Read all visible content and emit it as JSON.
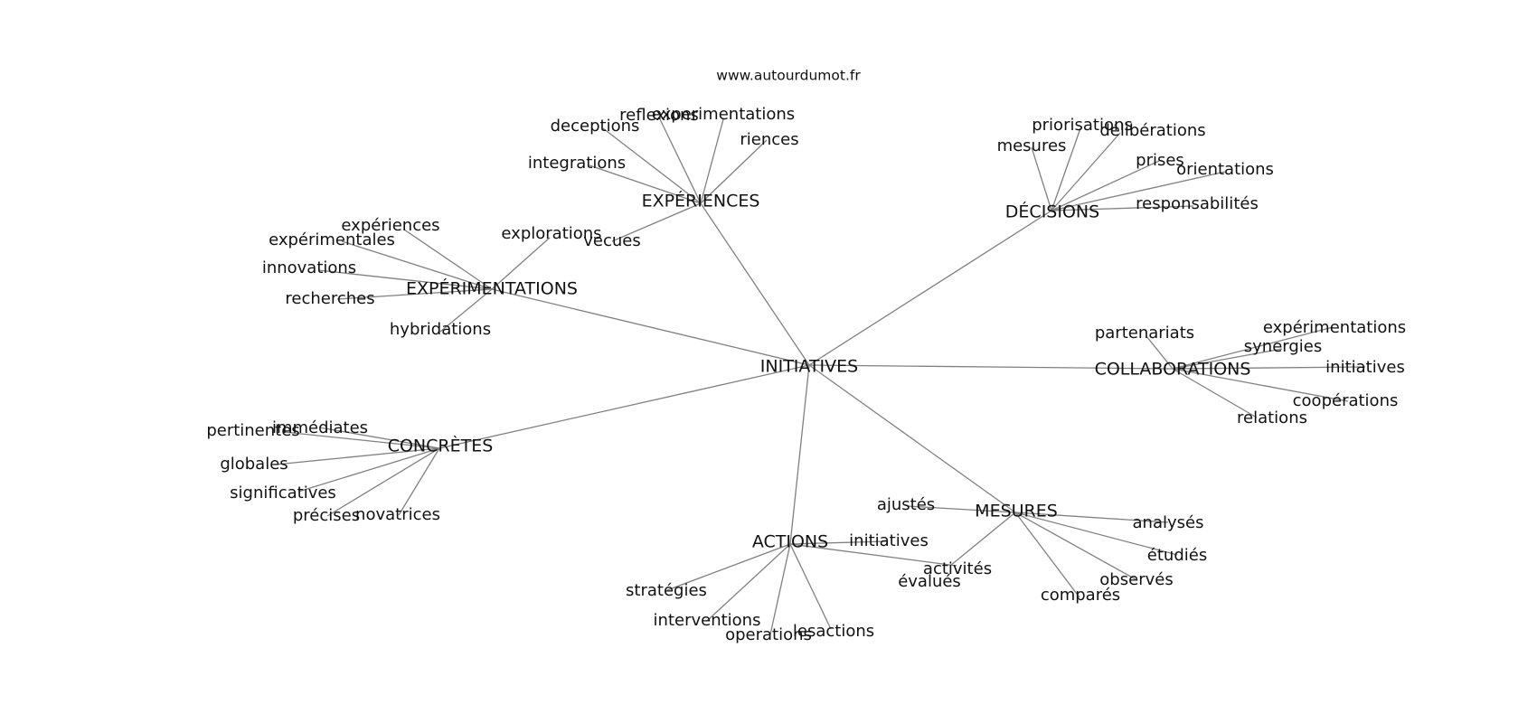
{
  "site": "www.autourdumot.fr",
  "graph": {
    "center": "INITIATIVES",
    "clusters": [
      {
        "hub": "EXPÉRIENCES",
        "leaves": [
          "reflexions",
          "experimentations",
          "deceptions",
          "riences",
          "integrations",
          "vecues"
        ]
      },
      {
        "hub": "DÉCISIONS",
        "leaves": [
          "priorisations",
          "délibérations",
          "mesures",
          "prises",
          "orientations",
          "responsabilités"
        ]
      },
      {
        "hub": "EXPÉRIMENTATIONS",
        "leaves": [
          "expériences",
          "expérimentales",
          "explorations",
          "innovations",
          "recherches",
          "hybridations"
        ]
      },
      {
        "hub": "COLLABORATIONS",
        "leaves": [
          "partenariats",
          "expérimentations",
          "synergies",
          "initiatives",
          "coopérations",
          "relations"
        ]
      },
      {
        "hub": "CONCRÈTES",
        "leaves": [
          "pertinentes",
          "immédiates",
          "globales",
          "significatives",
          "précises",
          "novatrices"
        ]
      },
      {
        "hub": "MESURES",
        "leaves": [
          "ajustés",
          "analysés",
          "étudiés",
          "observés",
          "comparés",
          "évalués"
        ]
      },
      {
        "hub": "ACTIONS",
        "leaves": [
          "initiatives",
          "activités",
          "stratégies",
          "interventions",
          "operations",
          "lesactions"
        ]
      }
    ]
  }
}
